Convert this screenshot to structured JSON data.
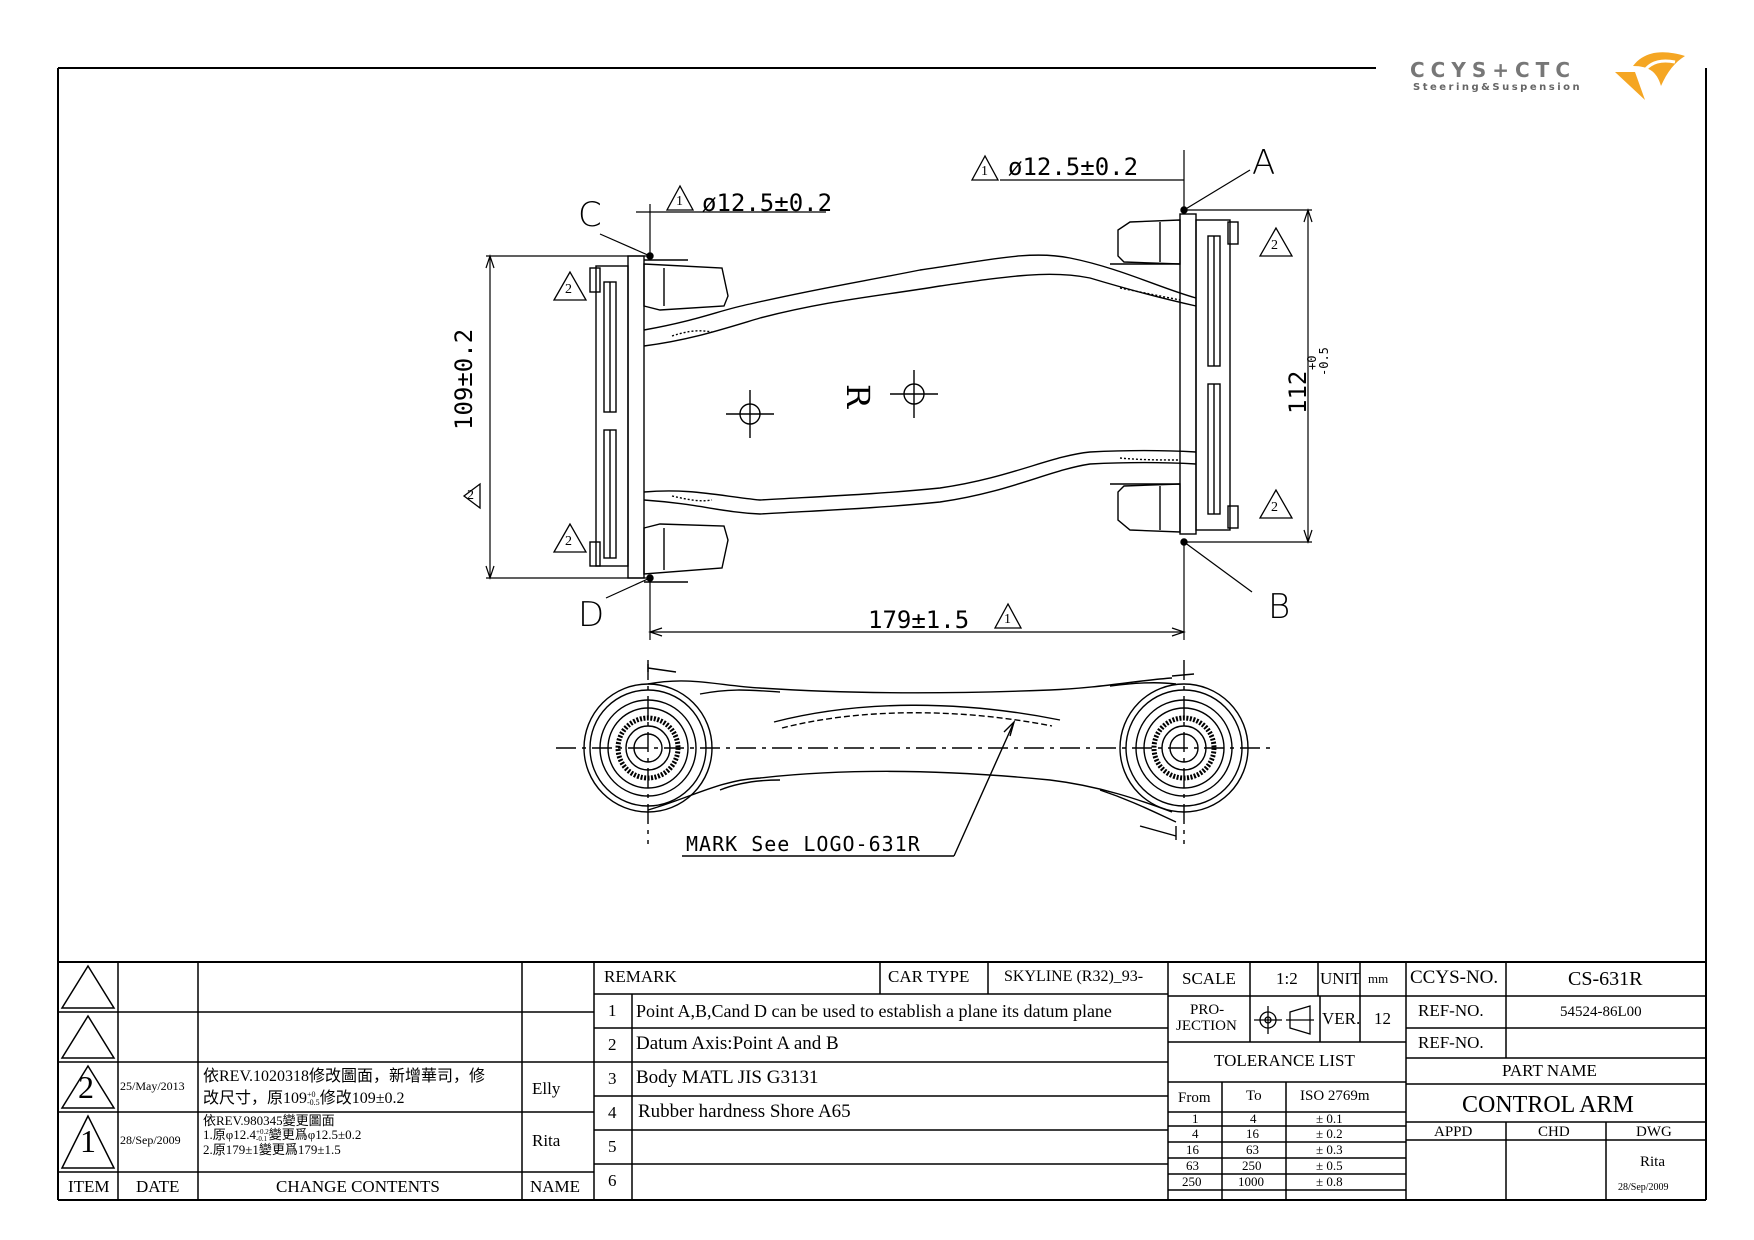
{
  "brand": {
    "name": "CCYS+CTC",
    "tagline": "Steering&Suspension"
  },
  "drawing": {
    "dims": {
      "dia_top": "ø12.5±0.2",
      "dia_left": "ø12.5±0.2",
      "height_left": "109±0.2",
      "height_right_main": "112",
      "height_right_tol_upper": "+0",
      "height_right_tol_lower": "-0.5",
      "length": "179±1.5"
    },
    "points": {
      "a": "A",
      "b": "B",
      "c": "C",
      "d": "D"
    },
    "side_mark": "R",
    "mark_note": "MARK See LOGO-631R",
    "rev_markers": [
      "1",
      "2"
    ]
  },
  "revisions": {
    "headers": {
      "item": "ITEM",
      "date": "DATE",
      "change": "CHANGE CONTENTS",
      "name": "NAME"
    },
    "rows": [
      {
        "item": "",
        "date": "",
        "change": "",
        "name": ""
      },
      {
        "item": "",
        "date": "",
        "change": "",
        "name": ""
      },
      {
        "item": "2",
        "date": "25/May/2013",
        "change_1": "依REV.1020318修改圖面，新增華司，修",
        "change_2": "改尺寸，原109",
        "change_2_upper": "+0",
        "change_2_lower": "-0.5",
        "change_2_tail": "修改109±0.2",
        "name": "Elly"
      },
      {
        "item": "1",
        "date": "28/Sep/2009",
        "change_1": "依REV.980345變更圖面",
        "change_2": "1.原φ12.4",
        "change_2_upper": "+0.2",
        "change_2_lower": "-0.1",
        "change_2_tail": "變更爲φ12.5±0.2",
        "change_3": "2.原179±1變更爲179±1.5",
        "name": "Rita"
      }
    ]
  },
  "remarks": {
    "header": "REMARK",
    "car_type_label": "CAR TYPE",
    "car_type": "SKYLINE (R32)_93-",
    "items": [
      {
        "no": "1",
        "text": "Point A,B,Cand D can be used to establish a plane its datum plane"
      },
      {
        "no": "2",
        "text": "Datum Axis:Point A and B"
      },
      {
        "no": "3",
        "text": "Body MATL JIS G3131"
      },
      {
        "no": "4",
        "text": "Rubber hardness Shore A65"
      },
      {
        "no": "5",
        "text": ""
      },
      {
        "no": "6",
        "text": ""
      }
    ]
  },
  "title_block": {
    "scale_label": "SCALE",
    "scale": "1:2",
    "unit_label": "UNIT",
    "unit": "mm",
    "projection_label_1": "PRO-",
    "projection_label_2": "JECTION",
    "ver_label": "VER.",
    "ver": "12",
    "tolerance_title": "TOLERANCE LIST",
    "tolerance_headers": {
      "from": "From",
      "to": "To",
      "iso": "ISO 2769m"
    },
    "tolerance_rows": [
      {
        "from": "1",
        "to": "4",
        "tol": "± 0.1"
      },
      {
        "from": "4",
        "to": "16",
        "tol": "± 0.2"
      },
      {
        "from": "16",
        "to": "63",
        "tol": "± 0.3"
      },
      {
        "from": "63",
        "to": "250",
        "tol": "± 0.5"
      },
      {
        "from": "250",
        "to": "1000",
        "tol": "± 0.8"
      }
    ],
    "ccys_no_label": "CCYS-NO.",
    "ccys_no": "CS-631R",
    "ref_no_label": "REF-NO.",
    "ref_no": "54524-86L00",
    "ref_no2_label": "REF-NO.",
    "ref_no2": "",
    "part_name_label": "PART NAME",
    "part_name": "CONTROL ARM",
    "appd_label": "APPD",
    "chd_label": "CHD",
    "dwg_label": "DWG",
    "drawn_by": "Rita",
    "drawn_date": "28/Sep/2009"
  }
}
